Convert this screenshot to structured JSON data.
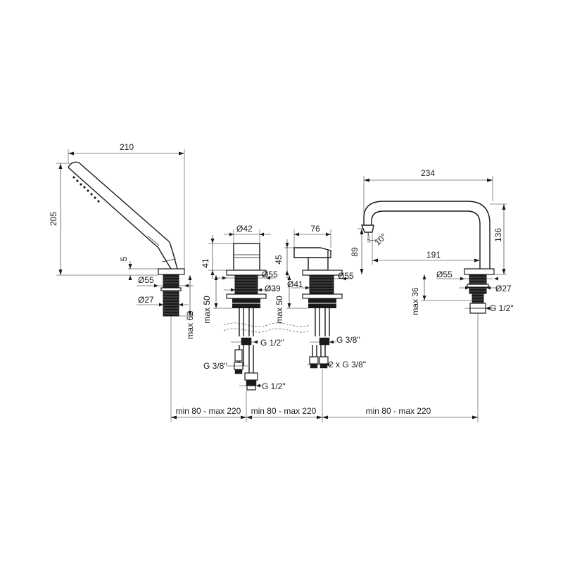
{
  "hand_shower": {
    "length": "210",
    "height": "205",
    "collar": "5",
    "rosette": "Ø55",
    "shank": "Ø27",
    "shank_length": "max 62"
  },
  "valve_left": {
    "handle_dia": "Ø42",
    "handle_height": "41",
    "rosette": "Ø55",
    "body": "Ø39",
    "deck": "max 50",
    "conn_top": "G 1/2\"",
    "conn_side": "G 3/8\"",
    "conn_bottom": "G 1/2\""
  },
  "mixer": {
    "lever_length": "76",
    "lever_height": "45",
    "body": "Ø41",
    "rosette": "Ø55",
    "deck": "max 50",
    "conn_top": "G 3/8\"",
    "conn_pair": "2 x G 3/8\""
  },
  "spout": {
    "reach": "234",
    "height": "136",
    "outlet_height": "89",
    "inner_reach": "191",
    "angle": "10°",
    "rosette": "Ø55",
    "shank": "Ø27",
    "deck": "max 36",
    "conn": "G 1/2\""
  },
  "spacing": {
    "a": "min 80 - max 220",
    "b": "min 80 - max 220",
    "c": "min 80 - max 220"
  }
}
